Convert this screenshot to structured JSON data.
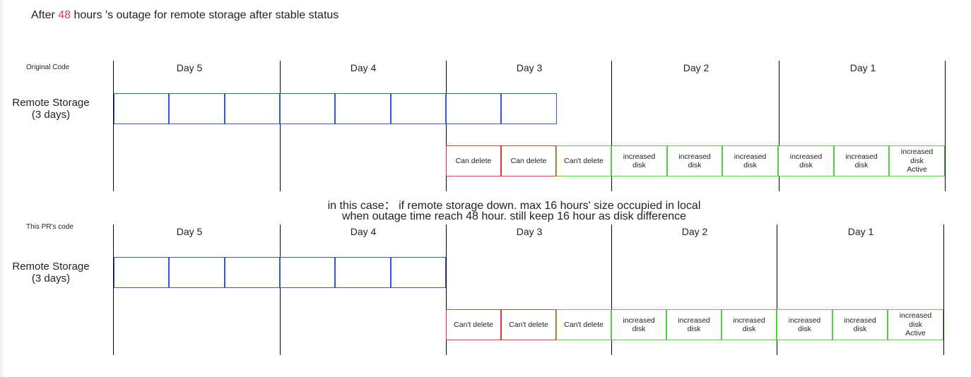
{
  "title": {
    "prefix": "After ",
    "hours": "48",
    "suffix": " hours 's outage for remote storage after stable status"
  },
  "note": {
    "line1": "in this case： if remote storage down.  max 16 hours' size occupied in local",
    "line2": "when outage time reach 48 hour. still keep 16 hour as disk difference"
  },
  "colors": {
    "remote": "#3355dd",
    "deletable": "#dd3333",
    "kept": "#55cc44",
    "highlight": "#d6336c"
  },
  "panels": [
    {
      "label": "Original  Code",
      "row_label": "Remote Storage\n(3 days)",
      "days": [
        "Day 5",
        "Day 4",
        "Day 3",
        "Day 2",
        "Day 1"
      ],
      "remote_blocks": 8,
      "local_blocks": [
        {
          "text": "Can delete",
          "status": "deletable"
        },
        {
          "text": "Can delete",
          "status": "deletable"
        },
        {
          "text": "Can't delete",
          "status": "kept"
        },
        {
          "text": "increased\ndisk",
          "status": "kept"
        },
        {
          "text": "increased\ndisk",
          "status": "kept"
        },
        {
          "text": "increased\ndisk",
          "status": "kept"
        },
        {
          "text": "increased\ndisk",
          "status": "kept"
        },
        {
          "text": "increased\ndisk",
          "status": "kept"
        },
        {
          "text": "increased\ndisk\nActive",
          "status": "kept"
        }
      ]
    },
    {
      "label": "This PR's code",
      "row_label": "Remote Storage\n(3 days)",
      "days": [
        "Day 5",
        "Day 4",
        "Day 3",
        "Day 2",
        "Day 1"
      ],
      "remote_blocks": 6,
      "local_blocks": [
        {
          "text": "Can't delete",
          "status": "deletable"
        },
        {
          "text": "Can't delete",
          "status": "deletable"
        },
        {
          "text": "Can't delete",
          "status": "kept"
        },
        {
          "text": "increased\ndisk",
          "status": "kept"
        },
        {
          "text": "increased\ndisk",
          "status": "kept"
        },
        {
          "text": "increased\ndisk",
          "status": "kept"
        },
        {
          "text": "increased\ndisk",
          "status": "kept"
        },
        {
          "text": "increased\ndisk",
          "status": "kept"
        },
        {
          "text": "increased\ndisk\nActive",
          "status": "kept"
        }
      ]
    }
  ]
}
